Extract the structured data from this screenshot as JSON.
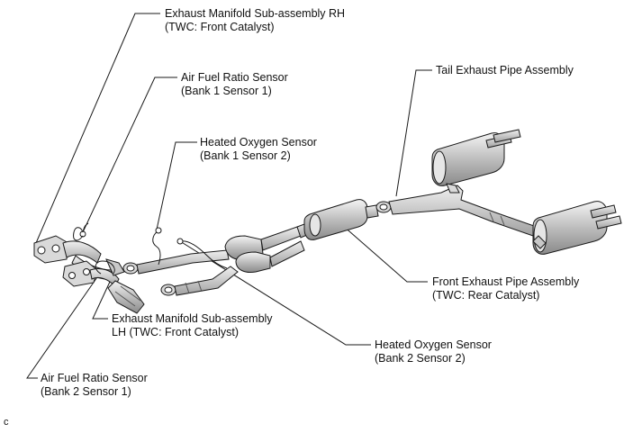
{
  "labels": {
    "manifold_rh": {
      "line1": "Exhaust Manifold Sub-assembly RH",
      "line2": "(TWC: Front Catalyst)"
    },
    "af_sensor_b1": {
      "line1": "Air Fuel Ratio Sensor",
      "line2": "(Bank 1 Sensor 1)"
    },
    "ho2_b1s2": {
      "line1": "Heated Oxygen Sensor",
      "line2": "(Bank 1 Sensor 2)"
    },
    "tail_pipe": {
      "line1": "Tail Exhaust Pipe Assembly"
    },
    "front_pipe": {
      "line1": "Front Exhaust Pipe Assembly",
      "line2": "(TWC: Rear Catalyst)"
    },
    "manifold_lh": {
      "line1": "Exhaust Manifold Sub-assembly",
      "line2": "LH (TWC: Front Catalyst)"
    },
    "ho2_b2s2": {
      "line1": "Heated Oxygen Sensor",
      "line2": "(Bank 2 Sensor 2)"
    },
    "af_sensor_b2": {
      "line1": "Air Fuel Ratio Sensor",
      "line2": "(Bank 2 Sensor 1)"
    }
  },
  "figure_code": "c",
  "colors": {
    "line": "#1a1a1a",
    "part_fill": "#d9d9d9",
    "part_dark": "#9a9a9a"
  }
}
